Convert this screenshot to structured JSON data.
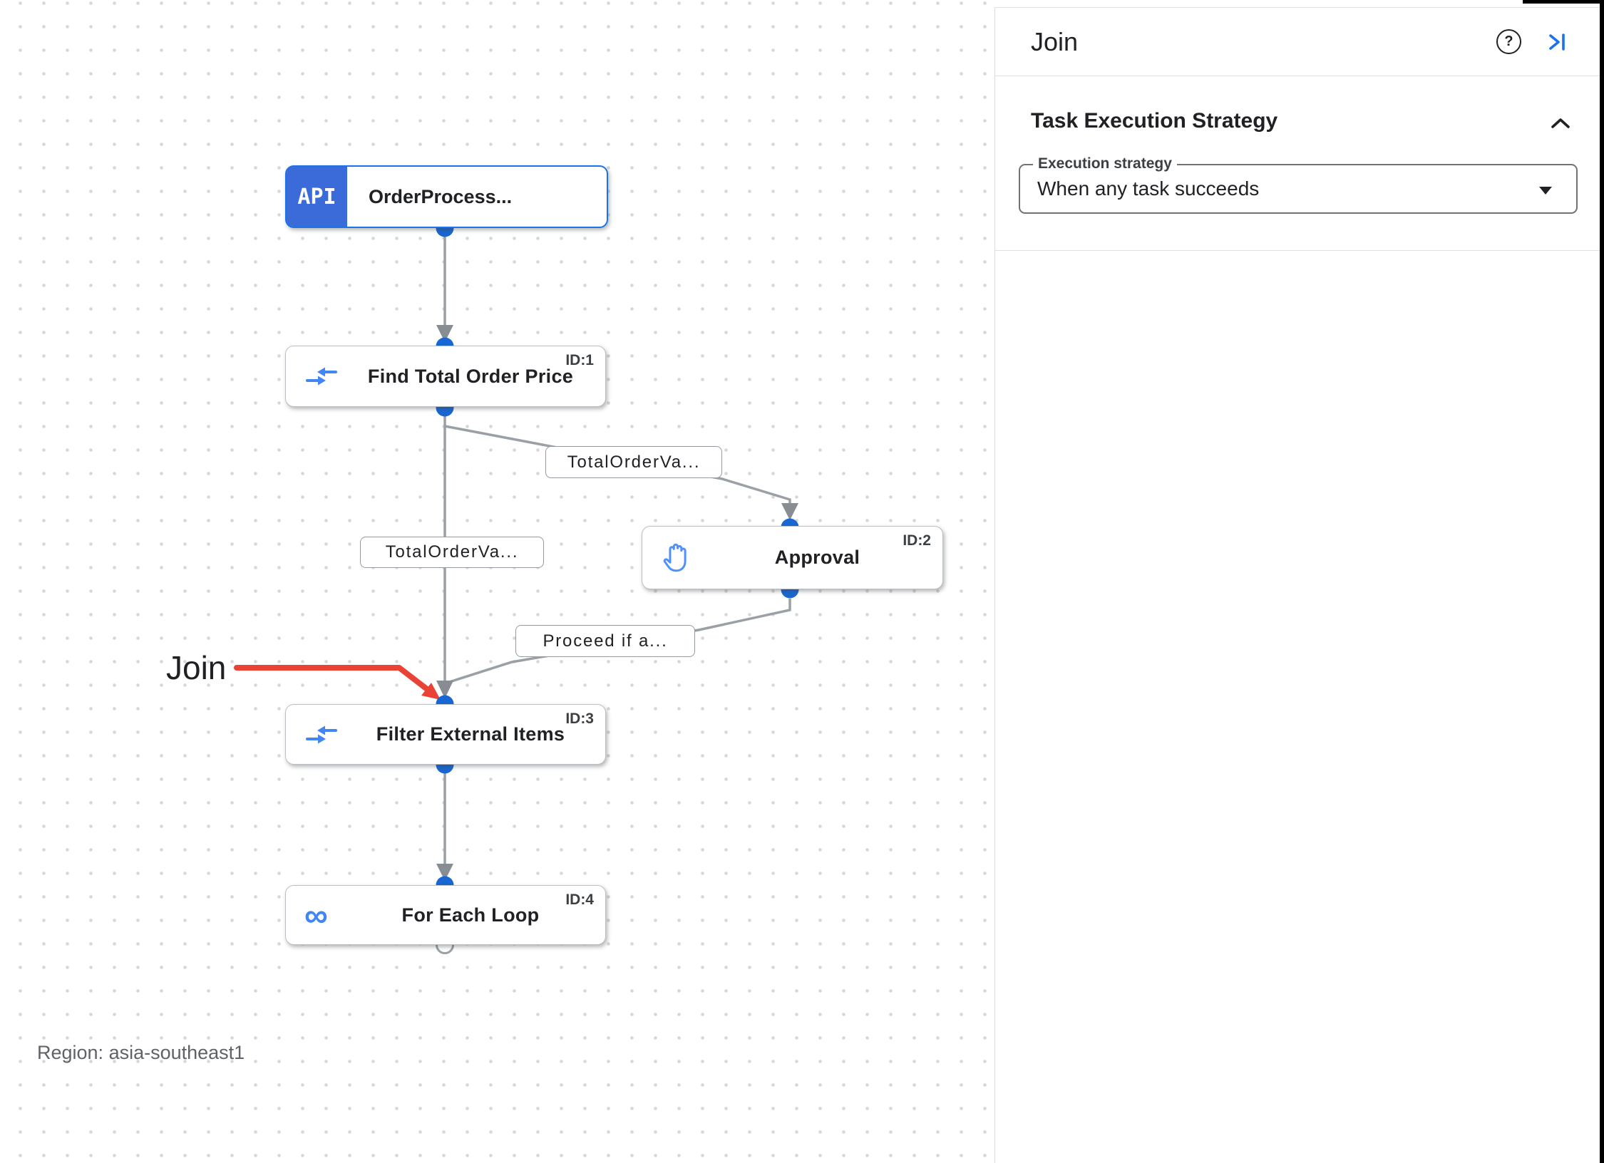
{
  "canvas": {
    "nodes": [
      {
        "title": "OrderProcess...",
        "badge": "API",
        "icon": "api-trigger-badge"
      },
      {
        "title": "Find Total Order Price",
        "id_label": "ID:1",
        "icon": "data-mapping-icon"
      },
      {
        "title": "Approval",
        "id_label": "ID:2",
        "icon": "approval-hand-icon"
      },
      {
        "title": "Filter External Items",
        "id_label": "ID:3",
        "icon": "data-mapping-icon"
      },
      {
        "title": "For Each Loop",
        "id_label": "ID:4",
        "icon": "for-each-loop-icon",
        "icon_glyph": "∞"
      }
    ],
    "edge_labels": [
      "TotalOrderVa...",
      "TotalOrderVa...",
      "Proceed if a..."
    ],
    "annotation": {
      "label": "Join"
    },
    "region_label": "Region: asia-southeast1"
  },
  "panel": {
    "title": "Join",
    "help_glyph": "?",
    "section": {
      "heading": "Task Execution Strategy",
      "field_label": "Execution strategy",
      "field_value": "When any task succeeds"
    }
  },
  "icons": {
    "help": "help-icon (circled question mark)",
    "collapse": "collapse-panel-icon (blue chevron-bar)",
    "section_collapse": "chevron-up-icon",
    "dropdown": "dropdown-caret-icon",
    "for_each_loop": "infinity ∞",
    "approval": "raised-hand",
    "data_mapping": "converging arrows"
  },
  "colors": {
    "accent_blue": "#1a73e8",
    "connector_dot_blue": "#1967d2",
    "trigger_badge_blue": "#3a6bd8",
    "icon_blue": "#4285f4",
    "edge_gray": "#9aa0a6",
    "annotation_red": "#ea4335",
    "grid_dot_gray": "#d7d7d7"
  }
}
